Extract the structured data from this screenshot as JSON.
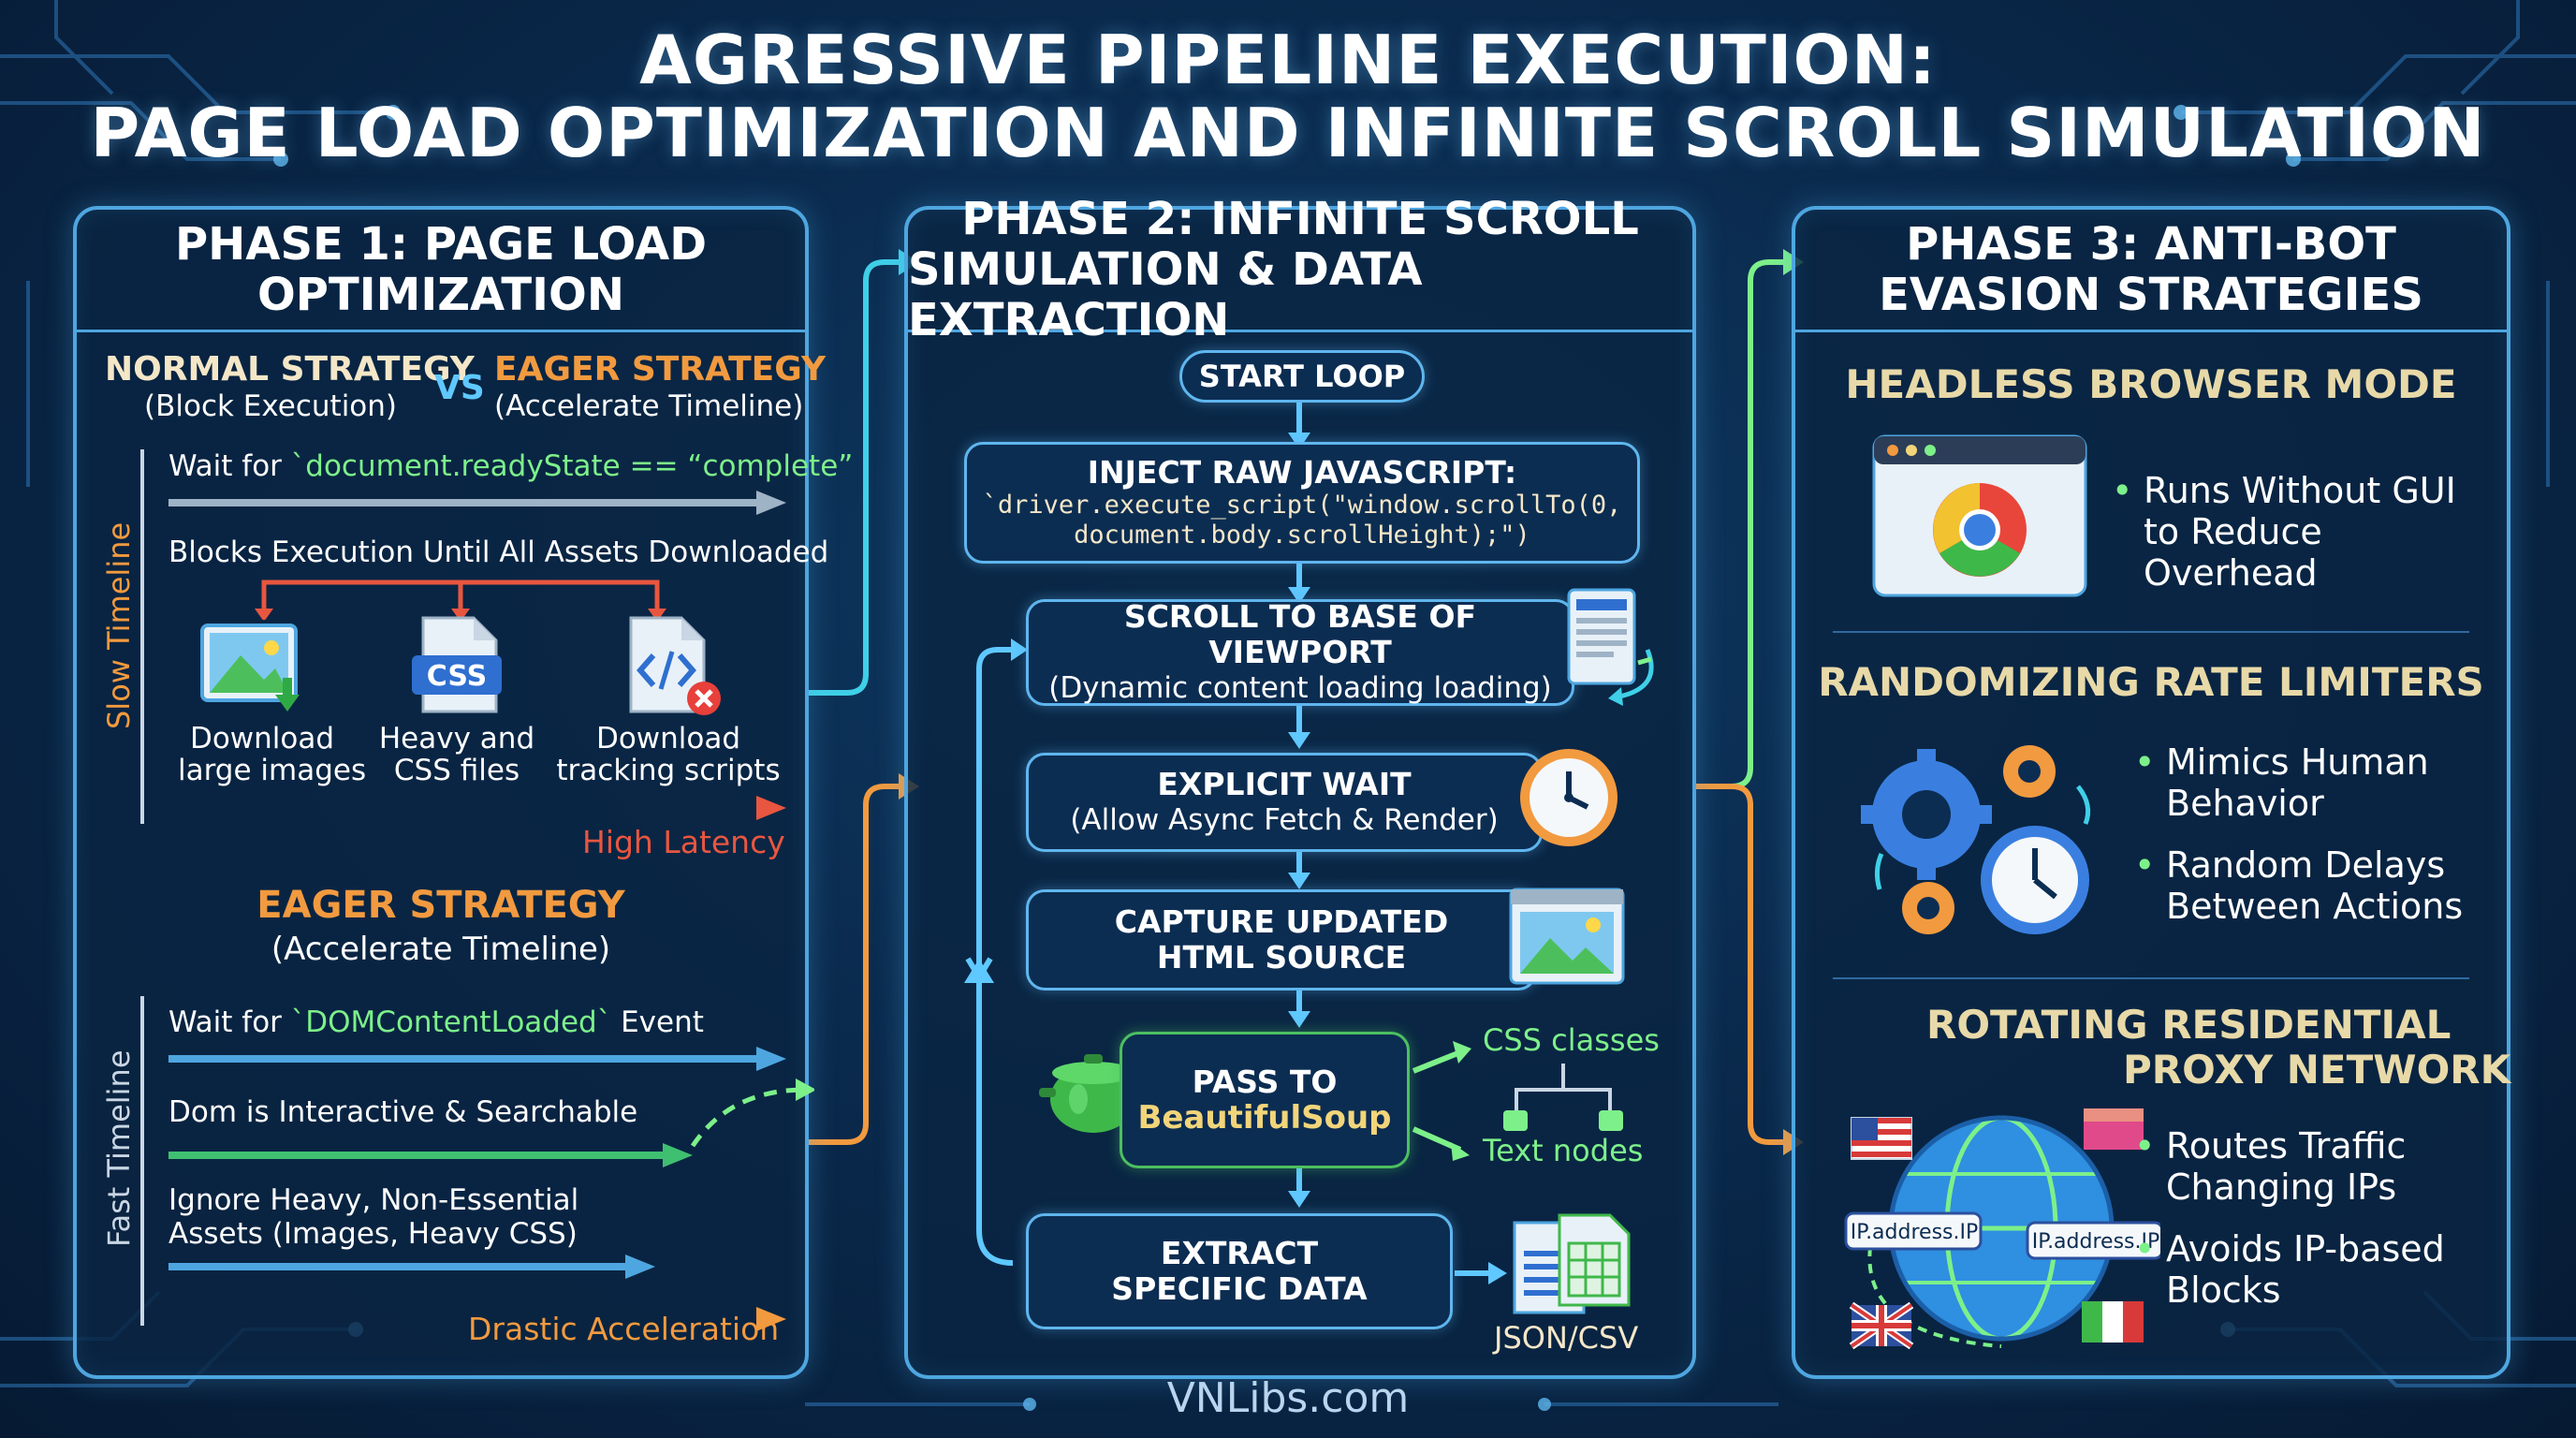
{
  "title": {
    "line1": "AGRESSIVE PIPELINE EXECUTION:",
    "line2": "PAGE LOAD OPTIMIZATION AND INFINITE SCROLL SIMULATION"
  },
  "phase1": {
    "head1": "PHASE 1: PAGE LOAD",
    "head2": "OPTIMIZATION",
    "normal_title": "NORMAL STRATEGY",
    "normal_sub": "(Block Execution)",
    "vs": "VS",
    "eager_title": "EAGER STRATEGY",
    "eager_sub": "(Accelerate Timeline)",
    "slow_label": "Slow Timeline",
    "wait_prefix": "Wait for ",
    "wait_code": "`document.readyState == “complete”",
    "blocks_text": "Blocks Execution Until All Assets Downloaded",
    "assets": [
      {
        "line1": "Download",
        "line2": "large images",
        "icon": "image-download-icon"
      },
      {
        "line1": "Heavy and",
        "line2": "CSS files",
        "icon": "css-file-icon"
      },
      {
        "line1": "Download",
        "line2": "tracking scripts",
        "icon": "script-file-icon"
      }
    ],
    "css_badge": "CSS",
    "high_latency": "High Latency",
    "eager2_title": "EAGER STRATEGY",
    "eager2_sub": "(Accelerate Timeline)",
    "fast_label": "Fast Timeline",
    "wait2_prefix": "Wait for ",
    "wait2_code": "`DOMContentLoaded`",
    "wait2_suffix": " Event",
    "dom_text": "Dom is Interactive & Searchable",
    "ignore_line1": "Ignore Heavy, Non-Essential",
    "ignore_line2": "Assets (Images, Heavy CSS)",
    "drastic": "Drastic Acceleration"
  },
  "phase2": {
    "head1": "PHASE 2: INFINITE SCROLL",
    "head2": "SIMULATION & DATA EXTRACTION",
    "start_loop": "START LOOP",
    "inject_title": "INJECT RAW JAVASCRIPT:",
    "inject_code1": "`driver.execute_script(\"window.scrollTo(0,",
    "inject_code2": "document.body.scrollHeight);\")",
    "scroll_title": "SCROLL TO BASE OF VIEWPORT",
    "scroll_sub": "(Dynamic content loading loading)",
    "wait_title": "EXPLICIT WAIT",
    "wait_sub": "(Allow Async Fetch & Render)",
    "capture_line1": "CAPTURE UPDATED",
    "capture_line2": "HTML SOURCE",
    "pass_line1": "PASS TO",
    "pass_line2": "BeautifulSoup",
    "css_classes": "CSS classes",
    "text_nodes": "Text nodes",
    "extract_line1": "EXTRACT",
    "extract_line2": "SPECIFIC DATA",
    "json_csv": "JSON/CSV"
  },
  "phase3": {
    "head1": "PHASE 3: ANTI-BOT",
    "head2": "EVASION STRATEGIES",
    "headless_title": "HEADLESS BROWSER MODE",
    "headless_b1_l1": "Runs Without GUI",
    "headless_b1_l2": "to Reduce Overhead",
    "rate_title": "RANDOMIZING RATE LIMITERS",
    "rate_b1_l1": "Mimics Human",
    "rate_b1_l2": "Behavior",
    "rate_b2_l1": "Random Delays",
    "rate_b2_l2": "Between Actions",
    "proxy_title1": "ROTATING RESIDENTIAL",
    "proxy_title2": "PROXY NETWORK",
    "ip_label1": "IP.address.IP",
    "ip_label2": "IP.address.IP",
    "proxy_b1_l1": "Routes Traffic",
    "proxy_b1_l2": "Changing IPs",
    "proxy_b2_l1": "Avoids IP-based",
    "proxy_b2_l2": "Blocks"
  },
  "footer": "VNLibs.com",
  "colors": {
    "background": "#0a2a4d",
    "panel_border": "#4ea6e0",
    "accent_orange": "#f29a3f",
    "accent_green": "#7df08a",
    "red_arrow": "#e8563f"
  }
}
